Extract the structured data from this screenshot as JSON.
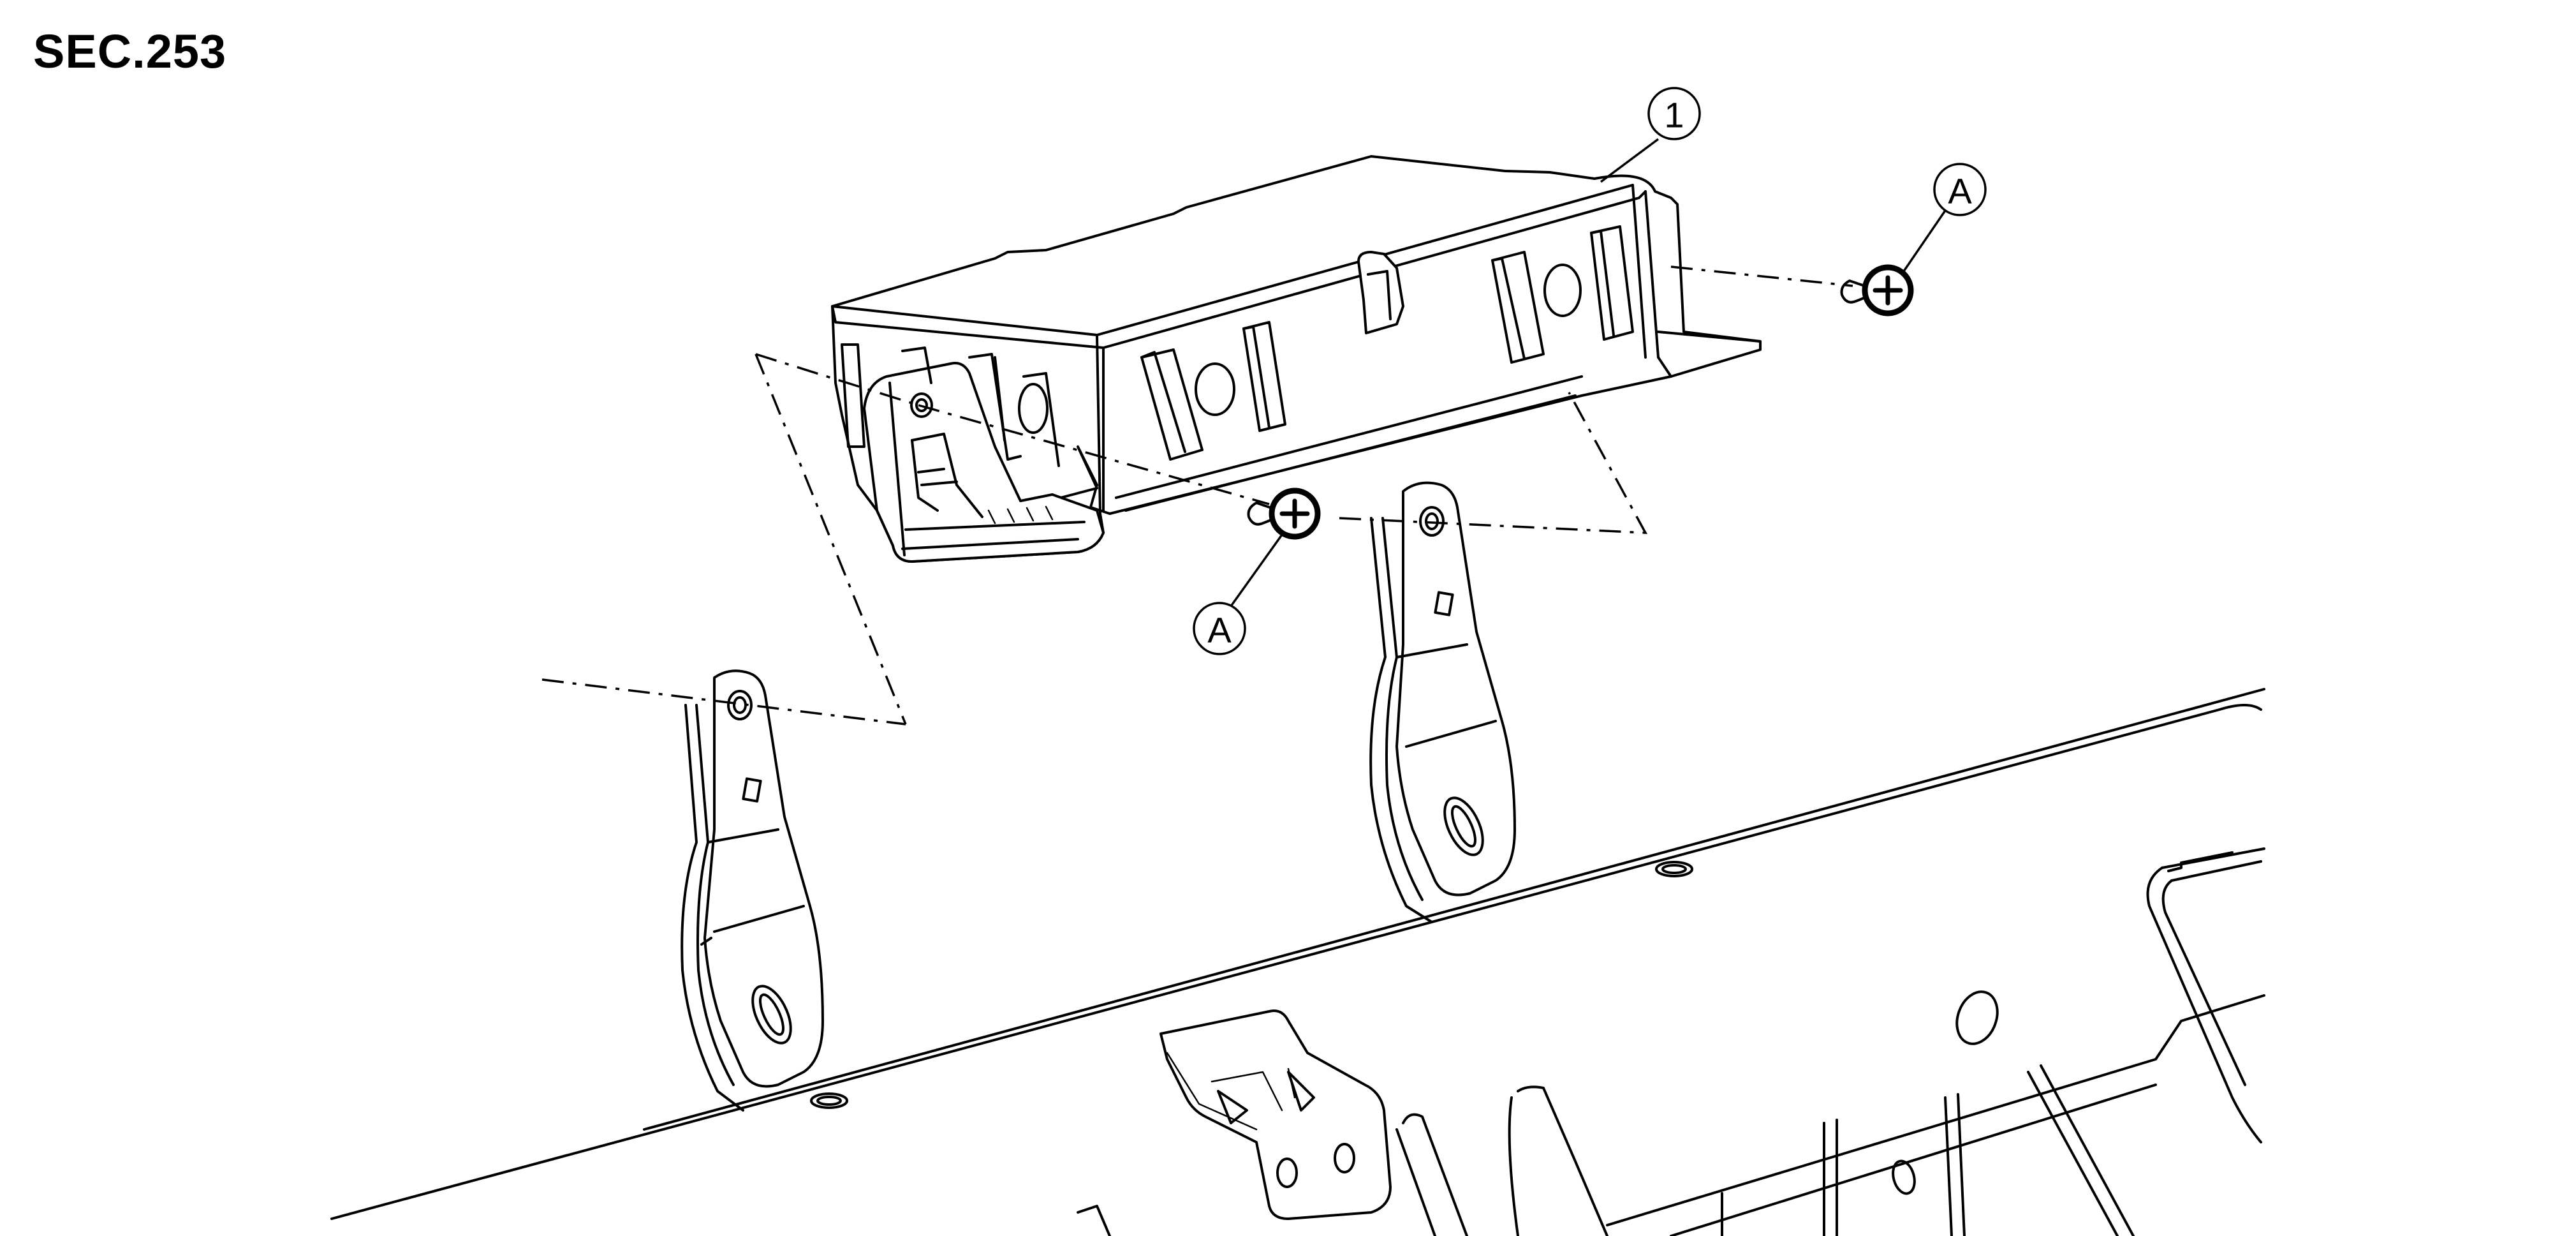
{
  "section_label": "SEC.253",
  "callouts": {
    "part_1": "1",
    "bolt_a_top": "A",
    "bolt_a_mid": "A"
  }
}
